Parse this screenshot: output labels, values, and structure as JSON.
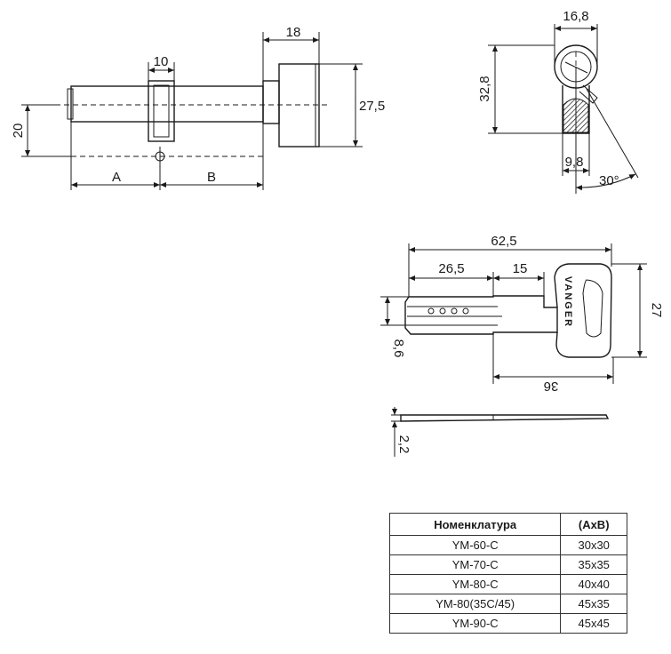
{
  "side_view": {
    "dim_top_width": "10",
    "dim_knob_width": "18",
    "dim_height_left": "20",
    "dim_height_right": "27,5",
    "label_a": "A",
    "label_b": "B"
  },
  "profile_view": {
    "dim_width": "16,8",
    "dim_height": "32,8",
    "dim_bottom": "9,8",
    "dim_angle": "30°"
  },
  "key_view": {
    "dim_total_length": "62,5",
    "dim_blade_length": "26,5",
    "dim_shoulder": "15",
    "dim_head_height": "27",
    "dim_blade_height": "8,6",
    "dim_head_width": "36",
    "brand_text": "VANGER",
    "dim_thickness": "2,2"
  },
  "table": {
    "headers": [
      "Номенклатура",
      "(AxB)"
    ],
    "rows": [
      [
        "YM-60-C",
        "30x30"
      ],
      [
        "YM-70-C",
        "35x35"
      ],
      [
        "YM-80-C",
        "40x40"
      ],
      [
        "YM-80(35C/45)",
        "45x35"
      ],
      [
        "YM-90-C",
        "45x45"
      ]
    ]
  }
}
